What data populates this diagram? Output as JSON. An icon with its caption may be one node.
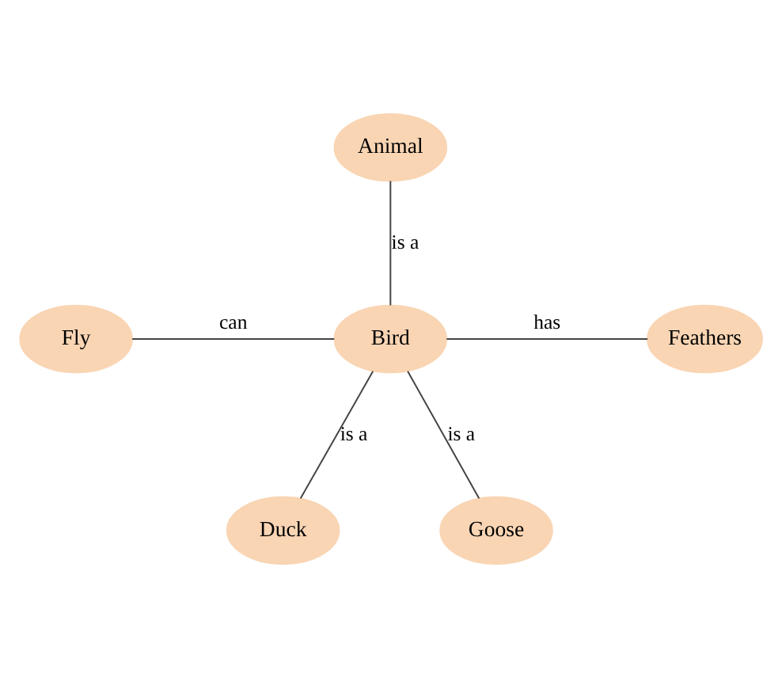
{
  "diagram": {
    "nodes": [
      {
        "text": [
          "Animal"
        ]
      },
      {
        "text": [
          "Fly"
        ]
      },
      {
        "text": [
          "Bird"
        ]
      },
      {
        "text": [
          "Feathers"
        ]
      },
      {
        "text": [
          "Duck"
        ]
      },
      {
        "text": [
          "Goose"
        ]
      }
    ],
    "edges": [
      {
        "from": 2,
        "to": 0,
        "arrow": "none",
        "label": "is a"
      },
      {
        "from": 2,
        "to": 1,
        "arrow": "none",
        "label": "can"
      },
      {
        "from": 2,
        "to": 3,
        "arrow": "none",
        "label": "has"
      },
      {
        "from": 4,
        "to": 2,
        "arrow": "none",
        "label": "is a"
      },
      {
        "from": 5,
        "to": 2,
        "arrow": "none",
        "label": "is a"
      }
    ]
  }
}
